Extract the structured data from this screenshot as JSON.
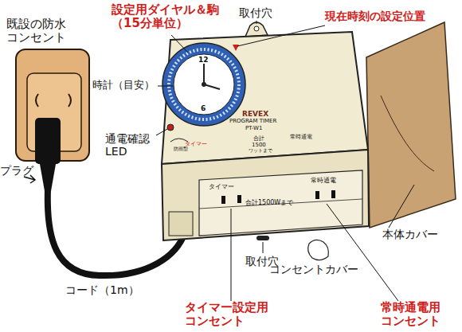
{
  "diagram": {
    "labels": [
      "既設の防水コンセント",
      "設定用ダイヤル＆駒（15分単位）",
      "取付穴",
      "現在時刻の設定位置",
      "時計（目安）",
      "通電確認LED",
      "プラグ",
      "本体カバー",
      "取付穴",
      "コンセントカバー",
      "コード（1m）",
      "タイマー設定用コンセント",
      "常時通電用コンセント",
      "REVEX",
      "PROGRAM TIMER",
      "PT-W1",
      "タイマー",
      "合計",
      "1500",
      "ワットまで",
      "常時通電",
      "防雨型",
      "タイマー",
      "常時通電",
      "合計1500Wまで",
      "12",
      "6"
    ]
  }
}
